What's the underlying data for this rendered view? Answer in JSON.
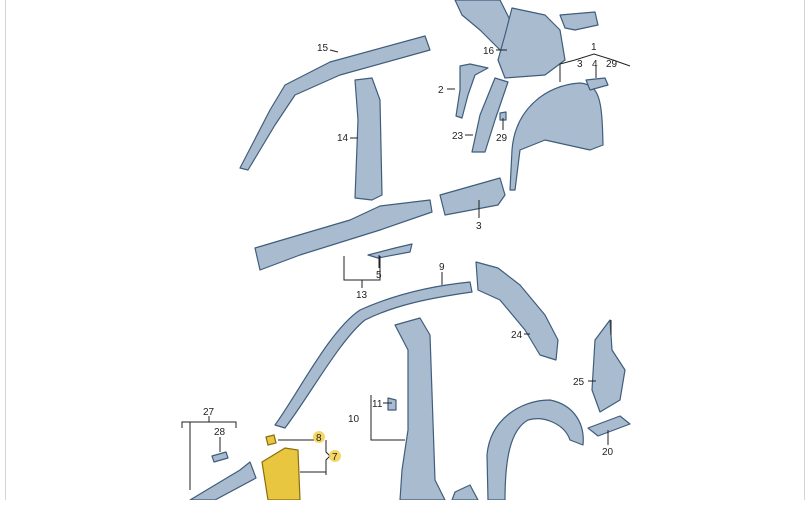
{
  "diagram": {
    "labels": {
      "p15": "15",
      "p14": "14",
      "p16": "16",
      "p1": "1",
      "p1_3": "3",
      "p1_4": "4",
      "p1_29": "29",
      "p2": "2",
      "p23": "23",
      "p29b": "29",
      "p3b": "3",
      "p5": "5",
      "p13": "13",
      "p9": "9",
      "p24": "24",
      "p25": "25",
      "p10": "10",
      "p11": "11",
      "p27": "27",
      "p28": "28",
      "p8": "8",
      "p7": "7",
      "p20": "20"
    },
    "colors": {
      "part": "#a9bccf",
      "outline": "#3f5d7c",
      "highlight": "#e9c640"
    }
  }
}
